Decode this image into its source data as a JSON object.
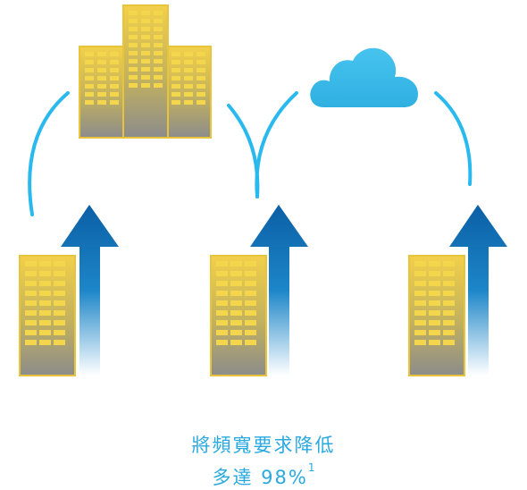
{
  "caption": {
    "line1": "將頻寬要求降低",
    "line2": "多達 98%",
    "footnote": "1"
  },
  "colors": {
    "arc": "#29b9ee",
    "cloud": "#3fbbe8",
    "arrow_top": "#0c64a8",
    "arrow_bottom": "#ffffff",
    "building_top": "#f5d34a",
    "building_bottom": "#8e8e8e",
    "building_outline": "#e8c43a",
    "window": "#f3d64c",
    "caption": "#29a9e0"
  },
  "icons": {
    "hq": "office-buildings-icon",
    "cloud": "cloud-icon",
    "branch": "office-building-icon",
    "upload": "upload-arrow-icon"
  }
}
